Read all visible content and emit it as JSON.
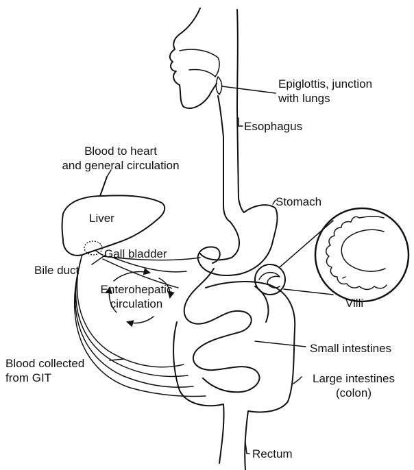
{
  "labels": {
    "epiglottis": "Epiglottis, junction with lungs",
    "epiglottis_line1": "Epiglottis, junction",
    "epiglottis_line2": "with lungs",
    "esophagus": "Esophagus",
    "blood_to_heart_line1": "Blood to heart",
    "blood_to_heart_line2": "and general circulation",
    "stomach": "Stomach",
    "liver": "Liver",
    "gall_bladder": "Gall bladder",
    "bile_duct": "Bile duct",
    "enterohepatic_line1": "Enterohepatic",
    "enterohepatic_line2": "circulation",
    "villi": "Villi",
    "small_intestines": "Small intestines",
    "blood_collected_line1": "Blood collected",
    "blood_collected_line2": "from GIT",
    "large_intestines_line1": "Large intestines",
    "large_intestines_line2": "(colon)",
    "rectum": "Rectum"
  }
}
